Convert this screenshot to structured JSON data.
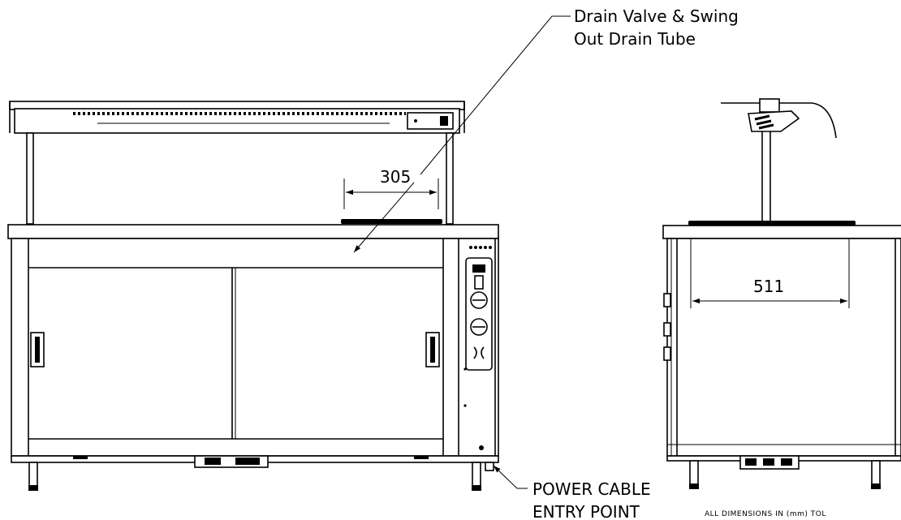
{
  "callouts": {
    "drain_line1": "Drain Valve & Swing",
    "drain_line2": "Out Drain Tube",
    "power_line1": "POWER CABLE",
    "power_line2": "ENTRY POINT"
  },
  "dimensions": {
    "front_width": "305",
    "side_width": "511"
  },
  "note": "ALL DIMENSIONS IN (mm) TOL"
}
